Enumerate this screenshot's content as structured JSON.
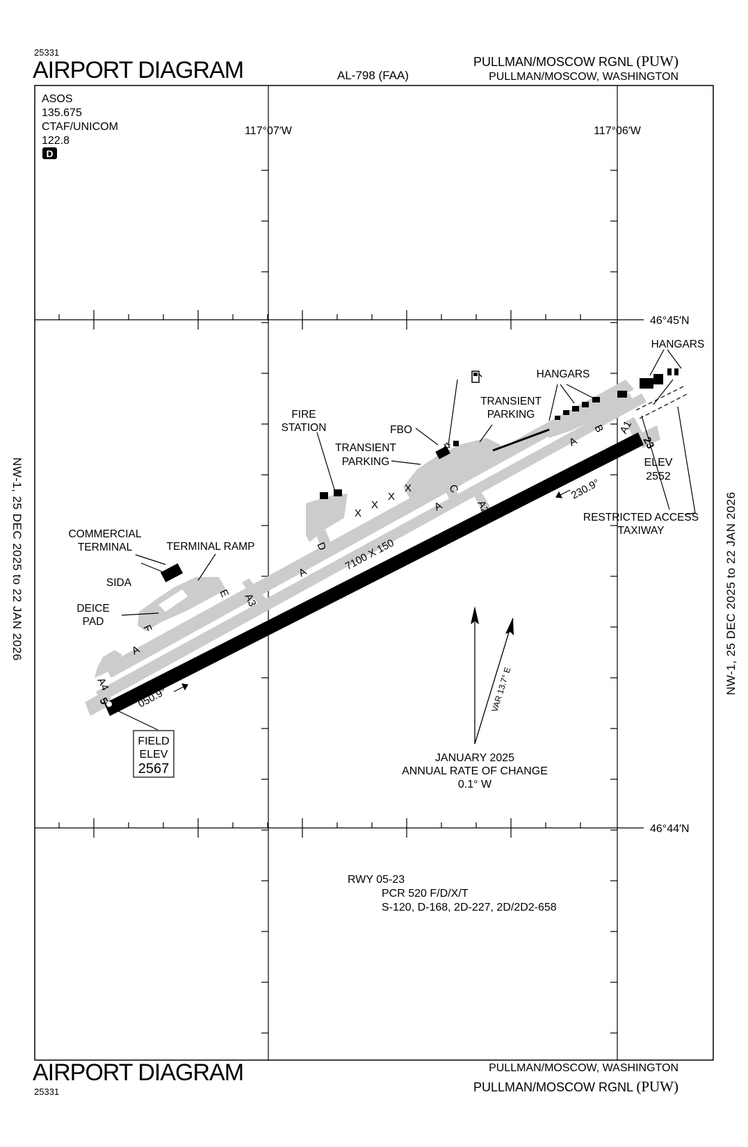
{
  "header": {
    "chart_number": "25331",
    "title": "AIRPORT DIAGRAM",
    "procedure_id": "AL-798 (FAA)",
    "airport_name": "PULLMAN/MOSCOW RGNL",
    "airport_code": "(PUW)",
    "location": "PULLMAN/MOSCOW, WASHINGTON"
  },
  "footer": {
    "title": "AIRPORT DIAGRAM",
    "chart_number": "25331",
    "location": "PULLMAN/MOSCOW, WASHINGTON",
    "airport_name": "PULLMAN/MOSCOW RGNL",
    "airport_code": "(PUW)"
  },
  "side_notes": {
    "left": "NW-1,  25 DEC 2025  to  22 JAN 2026",
    "right": "NW-1,  25 DEC 2025  to  22 JAN 2026"
  },
  "comms": {
    "line1": "ASOS",
    "line2": "135.675",
    "line3": "CTAF/UNICOM",
    "line4": "122.8",
    "badge": "D"
  },
  "coordinates": {
    "lon_west": "117°07′W",
    "lon_east": "117°06′W",
    "lat_north": "46°45′N",
    "lat_south": "46°44′N"
  },
  "runway": {
    "dimensions": "7100 X 150",
    "end_sw": "5",
    "end_ne": "23",
    "heading_sw": "050.9°",
    "heading_ne": "230.9°",
    "field_elev_label1": "FIELD",
    "field_elev_label2": "ELEV",
    "field_elev_value": "2567",
    "elev_ne_label": "ELEV",
    "elev_ne_value": "2552"
  },
  "taxiways": {
    "a": "A",
    "a1": "A1",
    "a2": "A2",
    "a3": "A3",
    "a4": "A4",
    "b": "B",
    "c": "C",
    "d": "D",
    "e": "E",
    "f": "F",
    "closed": "X"
  },
  "labels": {
    "hangars_ne": "HANGARS",
    "hangars": "HANGARS",
    "transient_parking_1a": "TRANSIENT",
    "transient_parking_1b": "PARKING",
    "transient_parking_2a": "TRANSIENT",
    "transient_parking_2b": "PARKING",
    "fbo": "FBO",
    "fire_station_a": "FIRE",
    "fire_station_b": "STATION",
    "commercial_terminal_a": "COMMERCIAL",
    "commercial_terminal_b": "TERMINAL",
    "terminal_ramp": "TERMINAL RAMP",
    "sida": "SIDA",
    "deice_pad_a": "DEICE",
    "deice_pad_b": "PAD",
    "restricted_a": "RESTRICTED ACCESS",
    "restricted_b": "TAXIWAY"
  },
  "magnetic": {
    "variation": "VAR 13.7° E",
    "date": "JANUARY 2025",
    "rate_label": "ANNUAL RATE OF CHANGE",
    "rate_value": "0.1° W"
  },
  "runway_data": {
    "rwy": "RWY 05-23",
    "pcr": "PCR 520 F/D/X/T",
    "strength": "S-120, D-168, 2D-227, 2D/2D2-658"
  }
}
